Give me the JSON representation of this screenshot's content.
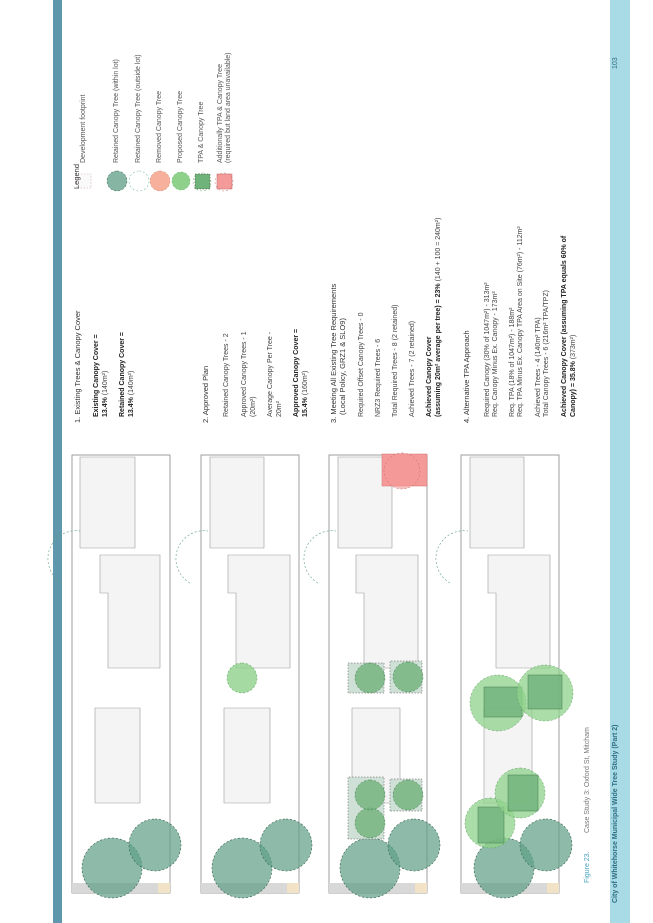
{
  "page": {
    "number": "103",
    "footer": "City of Whitehorse Municipal Wide Tree Study (Part 2)"
  },
  "figure": {
    "label": "Figure 23.",
    "caption": "Case Study 3: Oxford St, Mitcham"
  },
  "legend": {
    "title": "Legend",
    "items": [
      {
        "label": "Development footprint"
      },
      {
        "label": "Retained Canopy Tree (within lot)"
      },
      {
        "label": "Retained Canopy Tree (outside lot)"
      },
      {
        "label": "Removed Canopy Tree"
      },
      {
        "label": "Proposed Canopy Tree"
      },
      {
        "label": "TPA & Canopy Tree"
      },
      {
        "label": "Additionally TPA & Canopy Tree",
        "sub": "(required but land area unavailable)"
      }
    ]
  },
  "colors": {
    "band": "#5f97ac",
    "pagetab": "#a9dbe6",
    "retained": "#5e9e84",
    "proposed": "#8fd18b",
    "removed": "#f49a98",
    "tpa": "#6fb27a"
  },
  "sections": {
    "s1": {
      "heading": "1. Existing Trees & Canopy Cover",
      "l1a": "Existing Canopy Cover =",
      "l1b": "13.4%",
      "l1c": " (140m²)",
      "l2a": "Retained Canopy Cover =",
      "l2b": "13.4%",
      "l2c": " (140m²)"
    },
    "s2": {
      "heading": "2. Approved Plan",
      "l1": "Retained Canopy Trees - 2",
      "l2a": "Approved Canopy Trees - 1",
      "l2b": "(20m²)",
      "l3a": "Average Canopy Per Tree -",
      "l3b": "20m²",
      "l4a": "Approved Canopy Cover =",
      "l4b": "15.4%",
      "l4c": " (160m²)"
    },
    "s3": {
      "heading": "3. Meeting All Existing Tree Requirements",
      "heading2": "(Local Policy, GRZ1 & SLO9)",
      "l1": "Required Offset Canopy Trees - 0",
      "l2": "NRZ3 Required Trees - 6",
      "l3": "Total Required Trees - 8 (2 retained)",
      "l4": "Achieved Trees - 7 (2 retained)",
      "l5a": "Achieved Canopy Cover",
      "l5b": "(assuming 20m² average per tree) = 23%",
      "l5c": " (140 + 100 = 240m²)"
    },
    "s4": {
      "heading": "4. Alternative TPA Approach",
      "l1": "Required Canopy (30% of 1047m²) - 313m²",
      "l2": "Req. Canopy Minus Ex. Canopy - 173m²",
      "l3": "Req. TPA (18% of 1047m²) - 188m²",
      "l4": "Req. TPA Minus Ex. Canopy TPA Area on Site (76m²) - 112m²",
      "l5": "Achieved Trees - 4 (140m² TPA)",
      "l6": "Total Canopy Trees - 6 (216m² TPA/TPZ)",
      "l7a": "Achieved Canopy Cover (assuming TPA equals 60% of",
      "l7b": "Canopy) = 35.8%",
      "l7c": " (373m²)"
    }
  }
}
